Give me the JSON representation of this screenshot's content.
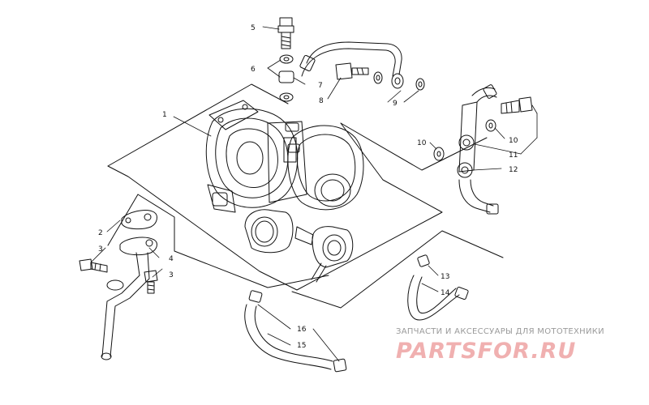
{
  "callouts": [
    {
      "id": "c1",
      "label": "1"
    },
    {
      "id": "c2",
      "label": "2"
    },
    {
      "id": "c3a",
      "label": "3"
    },
    {
      "id": "c3b",
      "label": "3"
    },
    {
      "id": "c4",
      "label": "4"
    },
    {
      "id": "c5",
      "label": "5"
    },
    {
      "id": "c6",
      "label": "6"
    },
    {
      "id": "c7",
      "label": "7"
    },
    {
      "id": "c8",
      "label": "8"
    },
    {
      "id": "c9",
      "label": "9"
    },
    {
      "id": "c10a",
      "label": "10"
    },
    {
      "id": "c10b",
      "label": "10"
    },
    {
      "id": "c11",
      "label": "11"
    },
    {
      "id": "c12",
      "label": "12"
    },
    {
      "id": "c13",
      "label": "13"
    },
    {
      "id": "c14",
      "label": "14"
    },
    {
      "id": "c15",
      "label": "15"
    },
    {
      "id": "c16",
      "label": "16"
    }
  ],
  "watermark": {
    "subtitle": "ЗАПЧАСТИ И АКСЕССУАРЫ ДЛЯ МОТОТЕХНИКИ",
    "logo": "PARTSFOR.RU"
  },
  "colors": {
    "line": "#111111",
    "watermark_sub": "#9a9a9a",
    "watermark_logo": "#f0b0b0"
  }
}
